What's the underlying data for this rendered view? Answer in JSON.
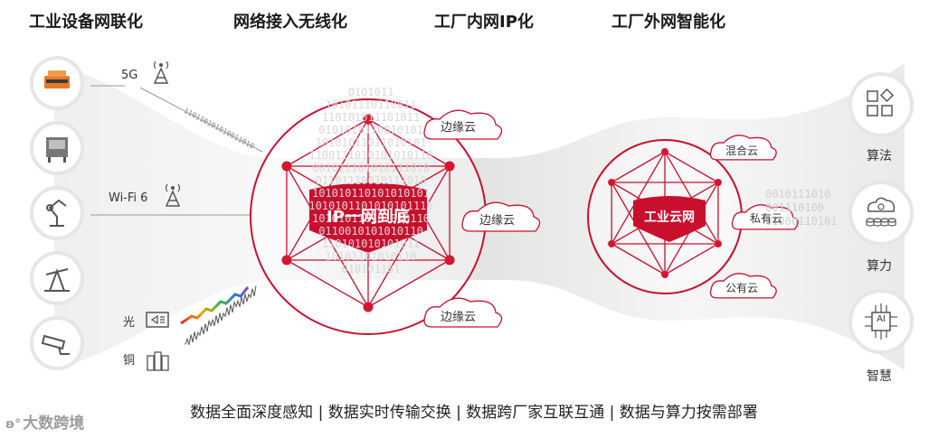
{
  "headers": {
    "industrial": "工业设备网联化",
    "network": "网络接入无线化",
    "ip": "工厂内网IP化",
    "external": "工厂外网智能化"
  },
  "access": {
    "fiveg": "5G",
    "wifi": "Wi-Fi 6",
    "optical": "光",
    "copper": "铜"
  },
  "left_cluster": {
    "center": "IP一网到底",
    "clouds": [
      "边缘云",
      "边缘云",
      "边缘云"
    ]
  },
  "right_cluster": {
    "center": "工业云网",
    "clouds": [
      "混合云",
      "私有云",
      "公有云"
    ]
  },
  "binary": {
    "diag": "110110101010011010",
    "left_rows": [
      "0101011",
      "10101110110011",
      "110101011101011",
      "0101010110010101",
      "10101011011010101",
      "1100111010101010110",
      "001011101010111010",
      "01101110010111010",
      "101010110101010101",
      "1010101101010101110",
      "101010110101010110",
      "0110010101010110",
      "110101010101011",
      "10101101010110",
      "010101101"
    ],
    "right_rows": [
      "0010111010",
      "001110100",
      "01000110101"
    ]
  },
  "capabilities": {
    "algorithm": "算法",
    "compute": "算力",
    "intelligence": "智慧",
    "ai_text": "AI"
  },
  "tagline": "数据全面深度感知 | 数据实时传输交换 | 数据跨厂家互联互通 | 数据与算力按需部署",
  "watermark": "大数跨境",
  "colors": {
    "accent": "#c8102e",
    "node": "#d3172f",
    "band": "#e4e4e4",
    "ring": "#e6e6e6"
  }
}
